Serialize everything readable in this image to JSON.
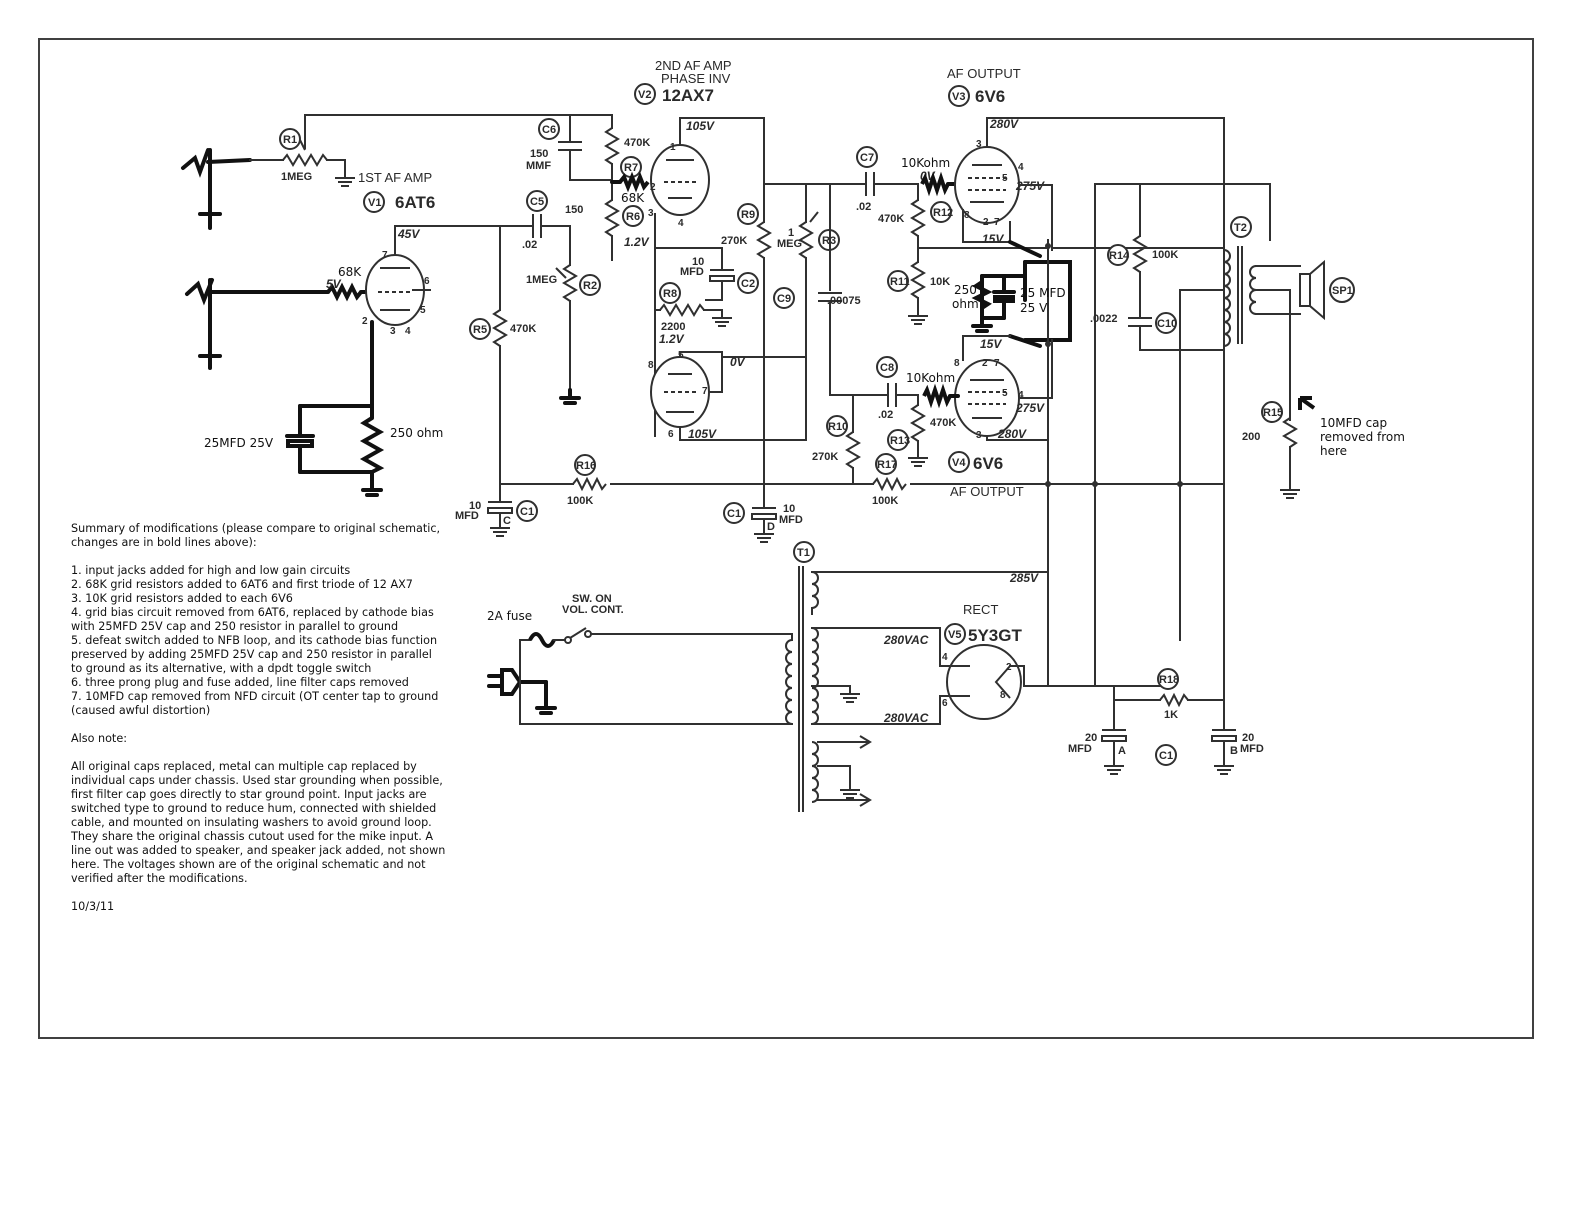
{
  "headings": {
    "v1_function": "1ST AF AMP",
    "v2_function_1": "2ND AF AMP",
    "v2_function_2": "PHASE INV",
    "v3_function": "AF OUTPUT",
    "v4_function": "AF OUTPUT",
    "v5_function": "RECT"
  },
  "tubes": {
    "v1": {
      "ref": "V1",
      "type": "6AT6"
    },
    "v2": {
      "ref": "V2",
      "type": "12AX7"
    },
    "v3": {
      "ref": "V3",
      "type": "6V6"
    },
    "v4": {
      "ref": "V4",
      "type": "6V6"
    },
    "v5": {
      "ref": "V5",
      "type": "5Y3GT"
    }
  },
  "refs": {
    "r1": "R1",
    "r2": "R2",
    "r3": "R3",
    "r5": "R5",
    "r6": "R6",
    "r7": "R7",
    "r8": "R8",
    "r9": "R9",
    "r10": "R10",
    "r11": "R11",
    "r12": "R12",
    "r13": "R13",
    "r14": "R14",
    "r15": "R15",
    "r16": "R16",
    "r17": "R17",
    "r18": "R18",
    "c1a": "C1",
    "c1b": "C1",
    "c1c": "C1",
    "c2": "C2",
    "c5": "C5",
    "c6": "C6",
    "c7": "C7",
    "c8": "C8",
    "c9": "C9",
    "c10": "C10",
    "t1": "T1",
    "t2": "T2",
    "sp1": "SP1"
  },
  "values": {
    "r1": "1MEG",
    "r2": "1MEG",
    "r3_a": "1",
    "r3_b": "MEG",
    "r5": "470K",
    "r7_470": "470K",
    "r6": "68K",
    "r9": "270K",
    "r8": "2200",
    "r10": "270K",
    "r11": "10K",
    "r12": "470K",
    "r13": "470K",
    "r14": "100K",
    "r15": "200",
    "r16": "100K",
    "r17": "100K",
    "r18": "1K",
    "r150": "150",
    "c5": ".02",
    "c6_a": "150",
    "c6_b": "MMF",
    "c7": ".02",
    "c8": ".02",
    "c9": ".00075",
    "c10": ".0022",
    "c2_a": "10",
    "c2_b": "MFD",
    "c1c_a": "10",
    "c1c_b": "MFD",
    "c1d_a": "10",
    "c1d_b": "MFD",
    "c1a_a": "20",
    "c1a_b": "MFD",
    "c1b_a": "20",
    "c1b_b": "MFD",
    "sec_a": "C",
    "sec_d": "D",
    "sec_filter_a": "A",
    "sec_filter_b": "B"
  },
  "voltages": {
    "v1_plate": "45V",
    "v1_grid": "5V",
    "v2_plate_top": "105V",
    "v2_cath": "1.2V",
    "v2_cath2": "1.2V",
    "v2_grid_b": "0V",
    "v2_plate_bot": "105V",
    "v3_screen": "280V",
    "v3_plate": "275V",
    "v3_cath": "15V",
    "v3_grid": "0V",
    "v4_cath": "15V",
    "v4_plate": "275V",
    "v4_screen": "280V",
    "hv": "285V",
    "sec1": "280VAC",
    "sec2": "280VAC"
  },
  "pins": {
    "v1": [
      "7",
      "6",
      "5",
      "2",
      "3",
      "4"
    ],
    "v2a": [
      "1",
      "2",
      "3",
      "4"
    ],
    "v2b": [
      "8",
      "5",
      "7",
      "6"
    ],
    "v3": [
      "3",
      "4",
      "8",
      "2",
      "7",
      "5"
    ],
    "v4": [
      "8",
      "2",
      "4",
      "7",
      "5",
      "3"
    ],
    "v5": [
      "4",
      "2",
      "6",
      "8"
    ]
  },
  "annotations": {
    "r7_added": "68K",
    "v1_grid_added": "68K",
    "v3_grid_added": "10Kohm",
    "v4_grid_added": "10Kohm",
    "v1_cath_cap": "25MFD 25V",
    "v1_cath_res": "250 ohm",
    "out_cath_res_a": "250",
    "out_cath_res_b": "ohm",
    "out_cath_cap_a": "25 MFD",
    "out_cath_cap_b": "25 V",
    "nfb_note_1": "10MFD cap",
    "nfb_note_2": "removed from",
    "nfb_note_3": "here",
    "fuse": "2A fuse",
    "switch_1": "SW.  ON",
    "switch_2": "VOL.  CONT."
  },
  "notes": {
    "summary_1": "Summary of modifications (please compare to original schematic,",
    "summary_2": "changes are in bold lines above):",
    "items": [
      "1.  input jacks added for high and low gain circuits",
      "2.  68K grid resistors added to 6AT6 and first triode of 12 AX7",
      "3.  10K grid resistors added to each 6V6",
      "4.  grid bias circuit removed from 6AT6, replaced by cathode bias",
      "      with 25MFD 25V cap and 250 resistor in parallel to ground",
      "5.  defeat switch added to NFB loop, and its cathode bias function",
      "      preserved by adding 25MFD 25V cap and 250 resistor in parallel",
      "      to ground as its alternative, with a dpdt toggle switch",
      "6.  three prong plug and fuse added, line filter caps removed",
      "7.  10MFD cap removed from NFD circuit (OT center tap to ground",
      "       (caused awful distortion)"
    ],
    "also": "Also note:",
    "para": [
      "All original caps replaced, metal can multiple cap replaced by",
      "individual caps under chassis.  Used star grounding when possible,",
      "first filter cap goes directly to star ground point. Input jacks are",
      "switched type to ground to reduce hum, connected with shielded",
      "cable, and mounted on insulating washers to avoid ground loop.",
      "They share the original chassis cutout used for the mike input.  A",
      "line out was added to speaker, and speaker jack added, not shown",
      "here. The voltages shown are of the original schematic and not",
      "verified after the modifications."
    ],
    "date": "10/3/11"
  }
}
